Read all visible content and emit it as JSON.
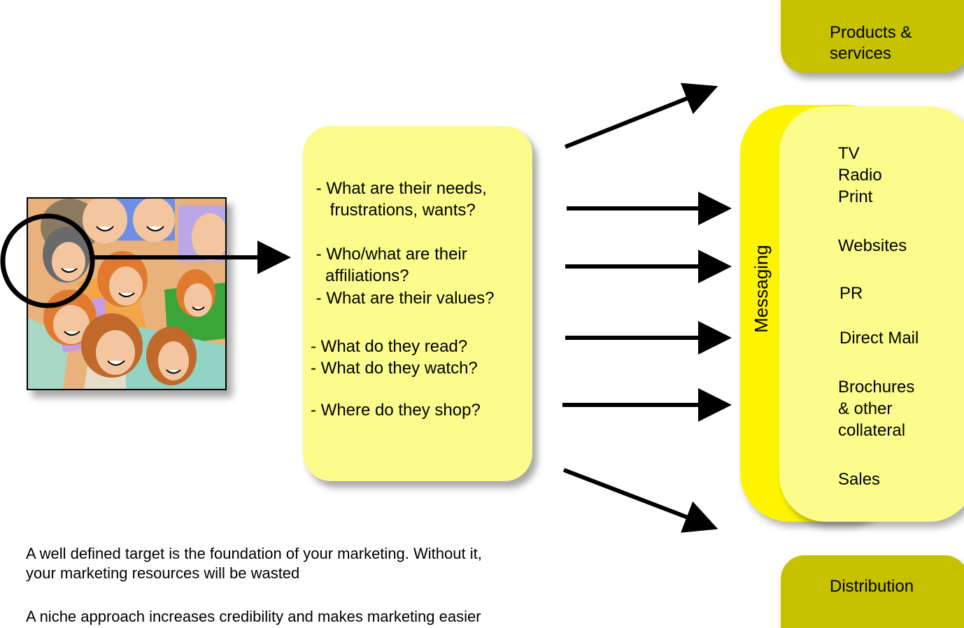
{
  "products_label": "Products &\nservices",
  "distribution_label": "Distribution",
  "messaging_label": "Messaging",
  "questions": [
    " - What are their needs,\n    frustrations, wants?",
    " - Who/what are their\n   affiliations?",
    " - What are their values?",
    "- What do they read?",
    "- What do they watch?",
    "- Where do they shop?"
  ],
  "channels": [
    "TV\nRadio\nPrint",
    "Websites",
    "PR",
    "Direct Mail",
    "Brochures\n& other\ncollateral",
    "Sales"
  ],
  "paragraphs": [
    "A well defined target is the foundation of your marketing. Without it,\nyour marketing resources will be wasted",
    "A niche approach increases credibility and makes marketing easier"
  ],
  "colors": {
    "olive": "#c7c200",
    "light_yellow": "#fcfc8c",
    "bright_yellow": "#fdf500"
  },
  "icons": {
    "people_image": "crowd-of-people-clipart",
    "highlight_circle": "circle-highlight"
  }
}
